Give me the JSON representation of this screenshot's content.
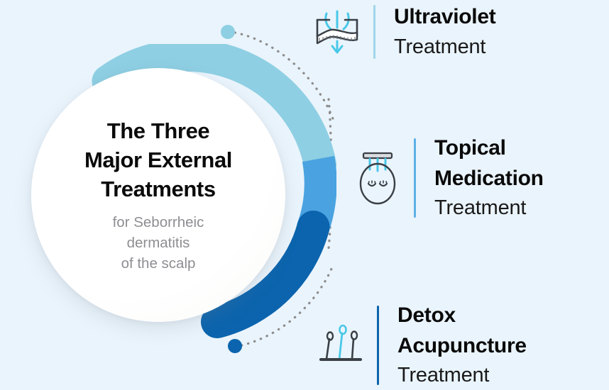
{
  "background_color": "#eaf4fc",
  "center": {
    "title_lines": [
      "The Three",
      "Major External",
      "Treatments"
    ],
    "subtitle_lines": [
      "for Seborrheic",
      "dermatitis",
      "of the scalp"
    ],
    "disc_color": "#ffffff",
    "title_color": "#0a0a0a",
    "subtitle_color": "#8e8e93"
  },
  "chart_data": {
    "type": "pie",
    "title": "The Three Major External Treatments",
    "subtitle": "for Seborrheic dermatitis of the scalp",
    "shape": "donut-arc",
    "categories": [
      "Ultraviolet Treatment",
      "Topical Medication Treatment",
      "Detox Acupuncture Treatment"
    ],
    "values": [
      1,
      1,
      1
    ],
    "colors": [
      "#8ecfe3",
      "#4aa3e0",
      "#0b64ad"
    ],
    "legend_position": "right",
    "grid": false,
    "arc_start_deg": -55,
    "arc_end_deg": 125
  },
  "segments": [
    {
      "name": "ultraviolet",
      "color": "#8ecfe3"
    },
    {
      "name": "topical-medication",
      "color": "#4aa3e0"
    },
    {
      "name": "detox-acupuncture",
      "color": "#0b64ad"
    }
  ],
  "connectors": {
    "line_color": "#8d8d8d",
    "style": "dotted"
  },
  "items": [
    {
      "id": "ultraviolet",
      "icon": "uv-lamp-scalp-icon",
      "divider_color": "#9ed6e8",
      "dot_color": "#8ecfe3",
      "strong": [
        "Ultraviolet"
      ],
      "regular": "Treatment"
    },
    {
      "id": "topical-medication",
      "icon": "head-dropper-icon",
      "divider_color": "#5cb0e5",
      "dot_color": "#4aa3e0",
      "strong": [
        "Topical",
        "Medication"
      ],
      "regular": "Treatment"
    },
    {
      "id": "detox-acupuncture",
      "icon": "acupuncture-needles-icon",
      "divider_color": "#0b64ad",
      "dot_color": "#0b64ad",
      "strong": [
        "Detox",
        "Acupuncture"
      ],
      "regular": "Treatment"
    }
  ]
}
